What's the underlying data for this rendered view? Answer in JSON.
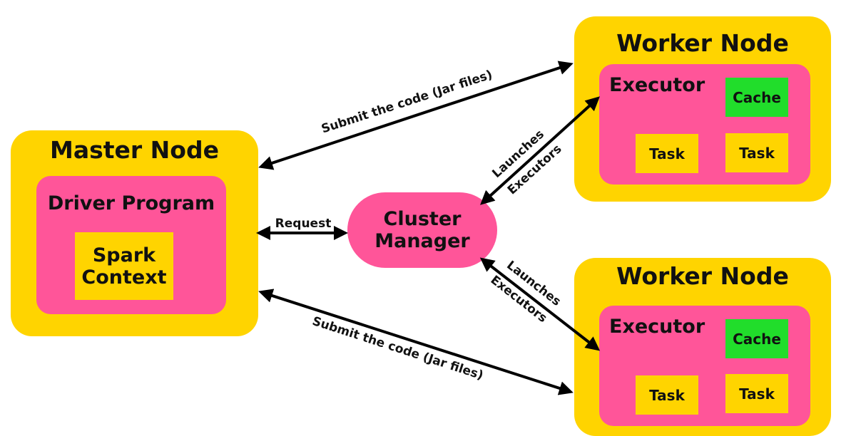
{
  "colors": {
    "yellow": "#ffd400",
    "pink": "#ff5599",
    "green": "#21dd2b",
    "arrow": "#000000"
  },
  "master": {
    "title": "Master Node",
    "driver_label": "Driver Program",
    "context_line1": "Spark",
    "context_line2": "Context"
  },
  "cluster_manager": {
    "line1": "Cluster",
    "line2": "Manager"
  },
  "workers": [
    {
      "title": "Worker Node",
      "executor_label": "Executor",
      "cache_label": "Cache",
      "tasks": [
        "Task",
        "Task"
      ]
    },
    {
      "title": "Worker Node",
      "executor_label": "Executor",
      "cache_label": "Cache",
      "tasks": [
        "Task",
        "Task"
      ]
    }
  ],
  "edges": {
    "submit_top": "Submit the code (Jar files)",
    "submit_bottom": "Submit the code (Jar files)",
    "request": "Request",
    "launch_top_1": "Launches",
    "launch_top_2": "Executors",
    "launch_bottom_1": "Launches",
    "launch_bottom_2": "Executors"
  }
}
